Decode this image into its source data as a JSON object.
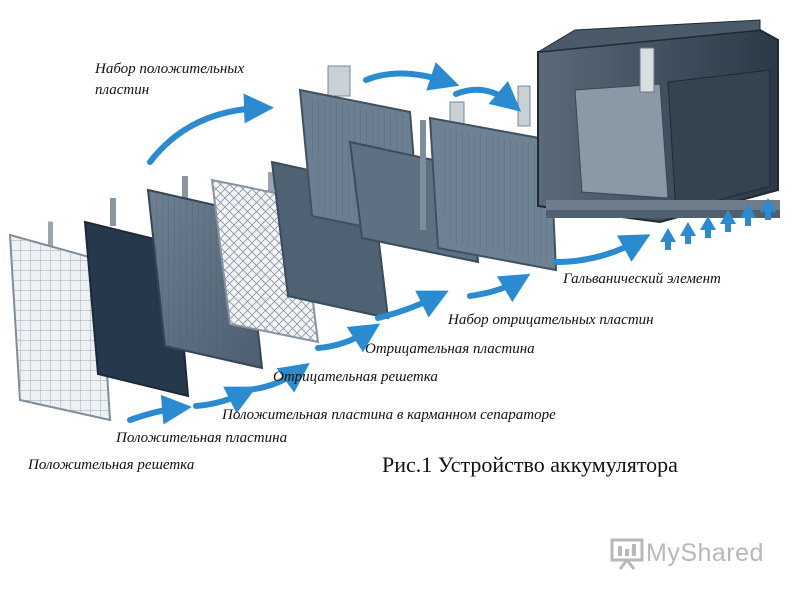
{
  "labels": {
    "positive_set": [
      "Набор положительных",
      "пластин"
    ],
    "galvanic_element": "Гальванический элемент",
    "negative_set": "Набор отрицательных пластин",
    "negative_plate": "Отрицательная пластина",
    "negative_grid": "Отрицательная решетка",
    "positive_plate_separator": "Положительная пластина в карманном сепараторе",
    "positive_plate": "Положительная пластина",
    "positive_grid": "Положительная решетка"
  },
  "caption": "Рис.1 Устройство аккумулятора",
  "watermark": "MyShared",
  "colors": {
    "arrow": "#2a8bd0",
    "plate_dark": "#2b3f55",
    "plate_mid": "#5b6f80",
    "grid_line": "#7f8c99",
    "battery_body": "#3c4c5b"
  },
  "icons": {
    "watermark": "presentation-board-icon"
  }
}
